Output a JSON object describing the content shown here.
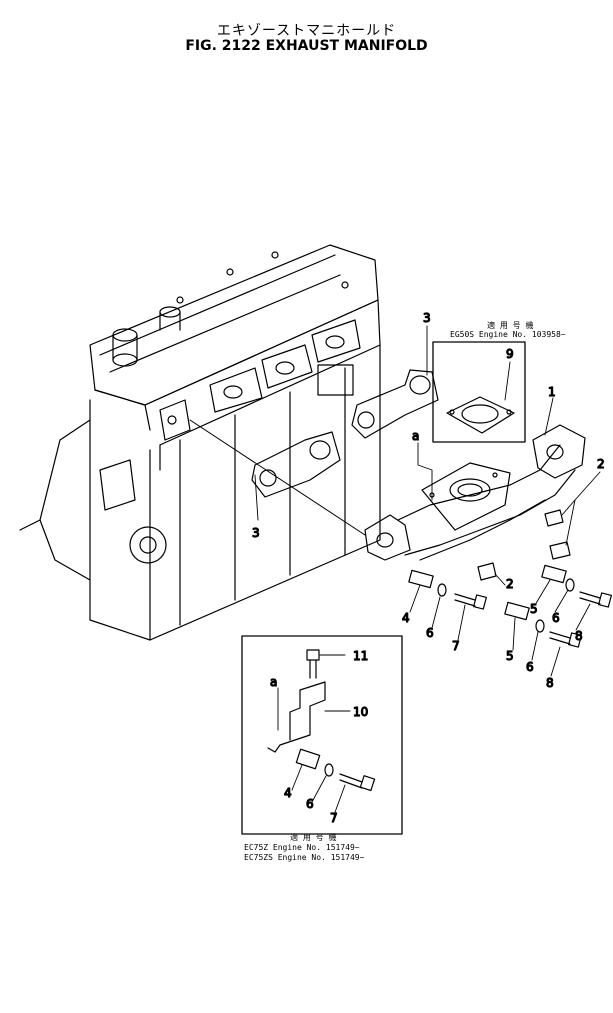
{
  "header": {
    "jp_title": "エキゾーストマニホールド",
    "fig_title": "FIG. 2122  EXHAUST MANIFOLD"
  },
  "notes": {
    "top_heading": "適 用 号 機",
    "top_line1": "EG50S  Engine  No. 103958~",
    "bottom_heading": "適 用 号 機",
    "bottom_line1": "EC75Z   Engine  No. 151749~",
    "bottom_line2": "EC75ZS  Engine  No. 151749~"
  },
  "callouts": {
    "c1": "1",
    "c2a": "2",
    "c2b": "2",
    "c3a": "3",
    "c3b": "3",
    "c4a": "4",
    "c4b": "4",
    "c5a": "5",
    "c5b": "5",
    "c6a": "6",
    "c6b": "6",
    "c6c": "6",
    "c7a": "7",
    "c7b": "7",
    "c8a": "8",
    "c8b": "8",
    "c9": "9",
    "c10": "10",
    "c11": "11",
    "ref_a1": "a",
    "ref_a2": "a"
  }
}
